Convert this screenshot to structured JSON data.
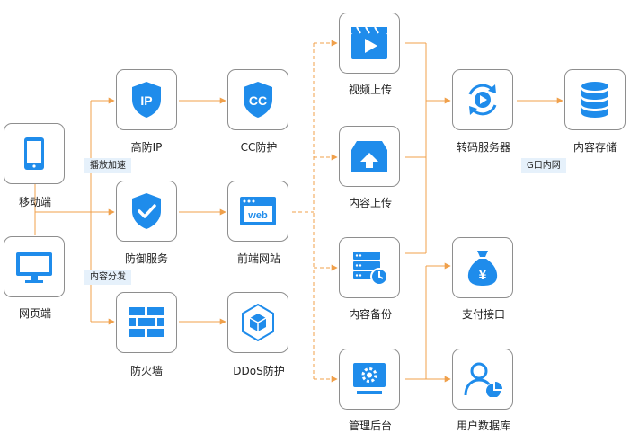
{
  "nodes": {
    "mobile": "移动端",
    "web_client": "网页端",
    "gaofang_ip": "高防IP",
    "cc_protect": "CC防护",
    "defense_service": "防御服务",
    "frontend_site": "前端网站",
    "firewall": "防火墙",
    "ddos_protect": "DDoS防护",
    "video_upload": "视频上传",
    "content_upload": "内容上传",
    "content_backup": "内容备份",
    "admin_backend": "管理后台",
    "transcode_server": "转码服务器",
    "content_storage": "内容存储",
    "payment_api": "支付接口",
    "user_db": "用户数据库"
  },
  "tags": {
    "accelerate": "播放加速",
    "distribute": "内容分发",
    "intranet": "G口内网"
  },
  "icon_text": {
    "ip": "IP",
    "cc": "CC",
    "web": "web",
    "yen": "¥"
  },
  "colors": {
    "icon_blue": "#1f8ceb",
    "arrow_orange": "#f0a04b",
    "tag_bg": "#e6f1fb"
  }
}
